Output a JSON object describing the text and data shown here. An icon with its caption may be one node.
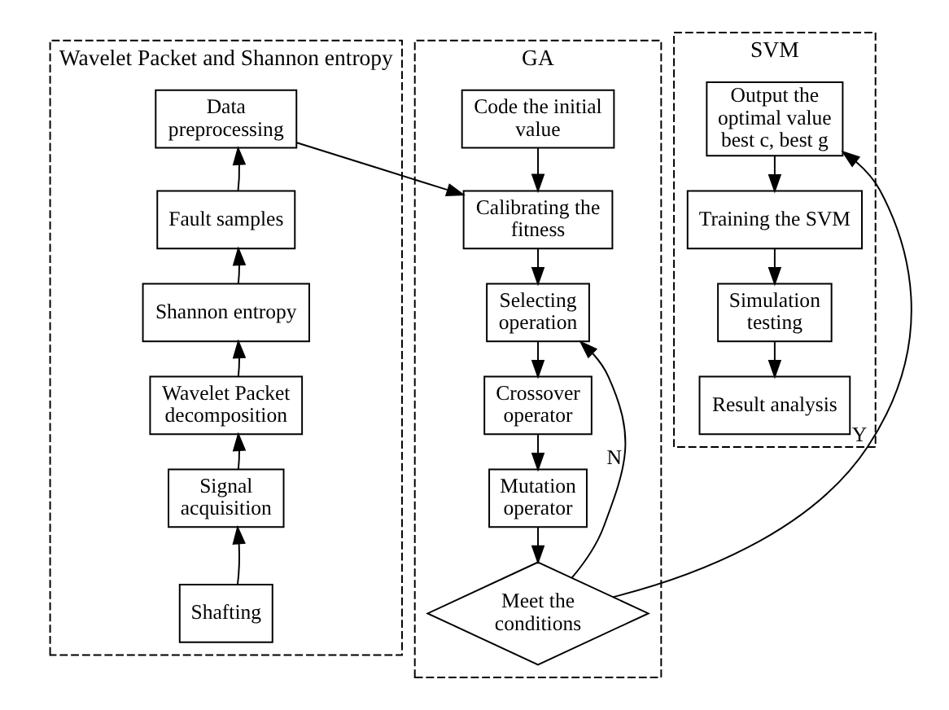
{
  "diagram": {
    "nodes": [
      {
        "text": [
          "Wavelet Packet and Shannon entropy"
        ]
      },
      {
        "text": [
          "Data preprocessing"
        ],
        "in": 0
      },
      {
        "text": [
          "Fault samples"
        ],
        "in": 0
      },
      {
        "text": [
          "Shannon entropy"
        ],
        "in": 0
      },
      {
        "text": [
          "Wavelet Packet decomposition"
        ],
        "in": 0
      },
      {
        "text": [
          "Signal acquisition"
        ],
        "in": 0
      },
      {
        "text": [
          "Shafting"
        ],
        "in": 0
      },
      {
        "text": [
          "GA"
        ]
      },
      {
        "text": [
          "Code the initial value"
        ],
        "in": 7
      },
      {
        "text": [
          "Calibrating the fitness"
        ],
        "in": 7
      },
      {
        "text": [
          "Selecting operation"
        ],
        "in": 7
      },
      {
        "text": [
          "Crossover operator"
        ],
        "in": 7
      },
      {
        "text": [
          "Mutation operator"
        ],
        "in": 7
      },
      {
        "text": [
          "Meet the conditions"
        ],
        "in": 7
      },
      {
        "text": [
          "SVM"
        ]
      },
      {
        "text": [
          "Output the optimal value best c, best g"
        ],
        "in": 14
      },
      {
        "text": [
          "Training the SVM"
        ],
        "in": 14
      },
      {
        "text": [
          "Simulation testing"
        ],
        "in": 14
      },
      {
        "text": [
          "Result analysis"
        ],
        "in": 14
      }
    ],
    "edges": [
      {
        "from": 6,
        "to": 5,
        "arrow": "to"
      },
      {
        "from": 5,
        "to": 4,
        "arrow": "to"
      },
      {
        "from": 4,
        "to": 3,
        "arrow": "to"
      },
      {
        "from": 3,
        "to": 2,
        "arrow": "to"
      },
      {
        "from": 2,
        "to": 1,
        "arrow": "to"
      },
      {
        "from": 1,
        "to": 9,
        "arrow": "to"
      },
      {
        "from": 8,
        "to": 9,
        "arrow": "to"
      },
      {
        "from": 9,
        "to": 10,
        "arrow": "to"
      },
      {
        "from": 10,
        "to": 11,
        "arrow": "to"
      },
      {
        "from": 11,
        "to": 12,
        "arrow": "to"
      },
      {
        "from": 12,
        "to": 13,
        "arrow": "to"
      },
      {
        "from": 13,
        "to": 10,
        "arrow": "to",
        "label": "N"
      },
      {
        "from": 13,
        "to": 15,
        "arrow": "to",
        "label": "Y"
      },
      {
        "from": 15,
        "to": 16,
        "arrow": "to"
      },
      {
        "from": 16,
        "to": 17,
        "arrow": "to"
      },
      {
        "from": 17,
        "to": 18,
        "arrow": "to"
      }
    ]
  }
}
